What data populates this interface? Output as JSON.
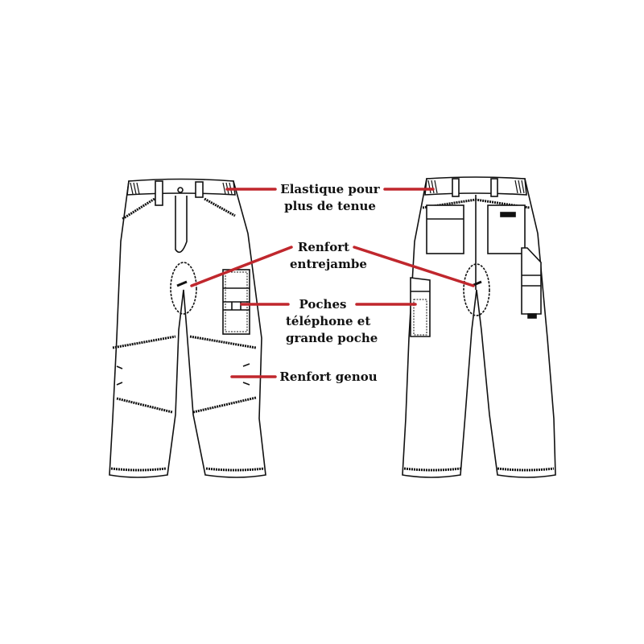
{
  "diagram": {
    "type": "annotated technical drawing",
    "subject": "work trousers front and back views",
    "line_color": "#c0272d",
    "stroke_color": "#111111",
    "views": [
      {
        "name": "front",
        "position": "left"
      },
      {
        "name": "back",
        "position": "right"
      }
    ],
    "labels": [
      {
        "id": "waist",
        "line1": "Elastique pour",
        "line2": "plus de tenue"
      },
      {
        "id": "crotch",
        "line1": "Renfort",
        "line2": "entrejambe"
      },
      {
        "id": "pockets",
        "line1": "Poches",
        "line2": "téléphone et",
        "line3": "grande poche"
      },
      {
        "id": "knee",
        "line1": "Renfort genou"
      }
    ]
  }
}
